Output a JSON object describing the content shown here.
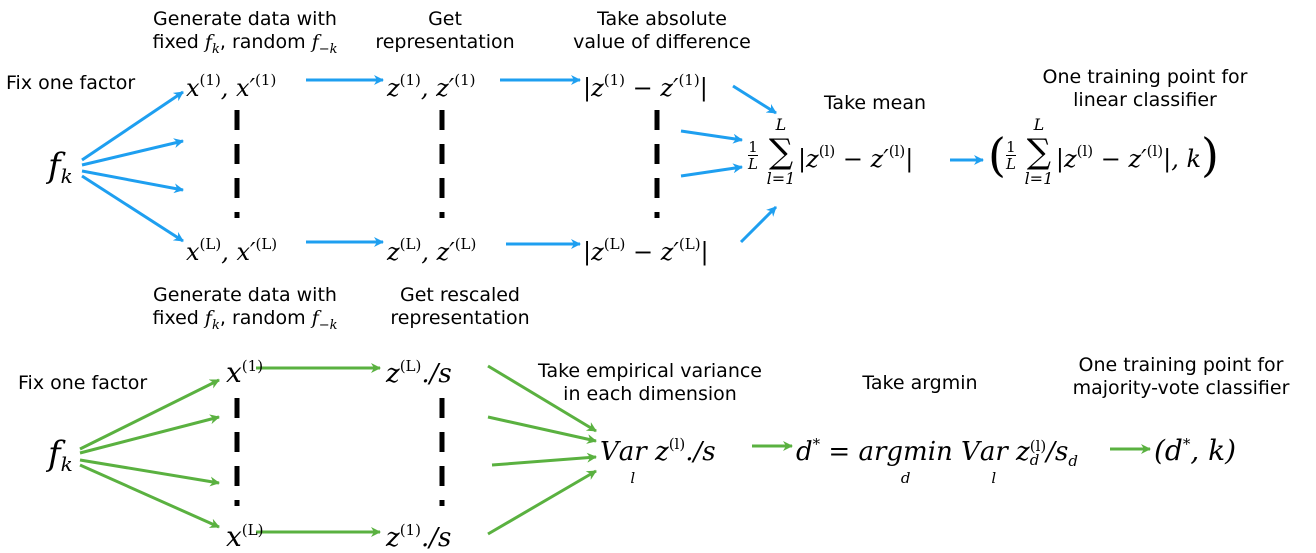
{
  "colors": {
    "top_arrows": "#1e9ff0",
    "bottom_arrows": "#5ab140",
    "dashes": "#000000"
  },
  "top": {
    "labels": {
      "fix_factor": "Fix one factor",
      "generate_line1": "Generate data with",
      "generate_fixed": "fixed",
      "generate_random": ", random",
      "get_rep_line1": "Get",
      "get_rep_line2": "representation",
      "abs_line1": "Take absolute",
      "abs_line2": "value of difference",
      "mean": "Take mean",
      "train_line1": "One training point for",
      "train_line2": "linear classifier"
    },
    "math": {
      "fk": "f",
      "fk_sub": "k",
      "f_minus_k_sub": "−k",
      "x_first": "x",
      "x_first_sup": "(1)",
      "x_first_prime": ", x′",
      "x_first_prime_sup": "(1)",
      "x_last": "x",
      "x_last_sup": "(L)",
      "x_last_prime": ", x′",
      "x_last_prime_sup": "(L)",
      "z_first": "z",
      "z_first_sup": "(1)",
      "z_first_prime": ", z′",
      "z_first_prime_sup": "(1)",
      "z_last": "z",
      "z_last_sup": "(L)",
      "z_last_prime": ", z′",
      "z_last_prime_sup": "(L)",
      "abs_first": "|z",
      "abs_first_sup": "(1)",
      "abs_first_mid": " − z′",
      "abs_first_sup2": "(1)",
      "abs_first_end": "|",
      "abs_last": "|z",
      "abs_last_sup": "(L)",
      "abs_last_mid": " − z′",
      "abs_last_sup2": "(L)",
      "abs_last_end": "|",
      "frac_num": "1",
      "frac_den": "L",
      "sum_top": "L",
      "sum_sigma": "∑",
      "sum_bot": "l=1",
      "mean_body": "|z",
      "mean_sup": "(l)",
      "mean_mid": " − z′",
      "mean_sup2": "(l)",
      "mean_end": "|",
      "paren_open": "(",
      "paren_close": ")",
      "pair_tail": "|, k"
    }
  },
  "bottom": {
    "labels": {
      "fix_factor": "Fix one factor",
      "generate_line1": "Generate data with",
      "generate_fixed": "fixed",
      "generate_random": ", random",
      "rescaled_line1": "Get rescaled",
      "rescaled_line2": "representation",
      "variance_line1": "Take empirical variance",
      "variance_line2": "in each dimension",
      "argmin": "Take argmin",
      "train_line1": "One training point for",
      "train_line2": "majority-vote classifier"
    },
    "math": {
      "fk": "f",
      "fk_sub": "k",
      "f_minus_k_sub": "−k",
      "x_first": "x",
      "x_first_sup": "(1)",
      "x_last": "x",
      "x_last_sup": "(L)",
      "z_first": "z",
      "z_first_sup": "(L)",
      "z_first_tail": "./s",
      "z_last": "z",
      "z_last_sup": "(1)",
      "z_last_tail": "./s",
      "var_V": "V",
      "var_ar": "ar",
      "var_under": "l",
      "var_z": " z",
      "var_sup": "(l)",
      "var_tail": "./s",
      "d_star": "d",
      "d_star_sup": "*",
      "eq": " = ",
      "argmin": "argmin",
      "argmin_under": "d",
      "var2_V": " V",
      "var2_ar": "ar",
      "var2_under": "l",
      "var2_z": " z",
      "var2_sup": "(l)",
      "var2_sub": "d",
      "var2_tail": "/s",
      "var2_tail_sub": "d",
      "result": "(d",
      "result_sup": "*",
      "result_tail": ", k)"
    }
  }
}
